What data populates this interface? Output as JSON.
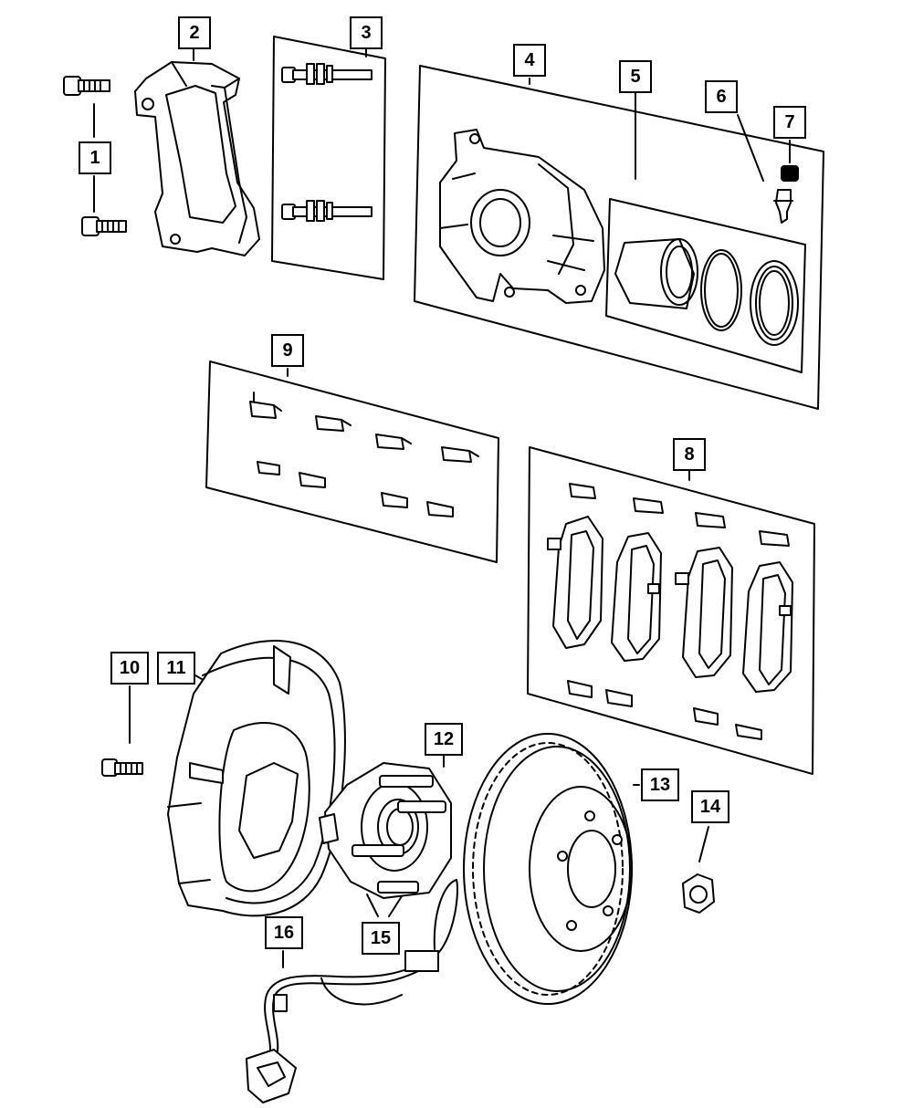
{
  "colors": {
    "line": "#000000",
    "background": "#ffffff"
  },
  "callouts": {
    "c1": "1",
    "c2": "2",
    "c3": "3",
    "c4": "4",
    "c5": "5",
    "c6": "6",
    "c7": "7",
    "c8": "8",
    "c9": "9",
    "c10": "10",
    "c11": "11",
    "c12": "12",
    "c13": "13",
    "c14": "14",
    "c15": "15",
    "c16": "16"
  }
}
